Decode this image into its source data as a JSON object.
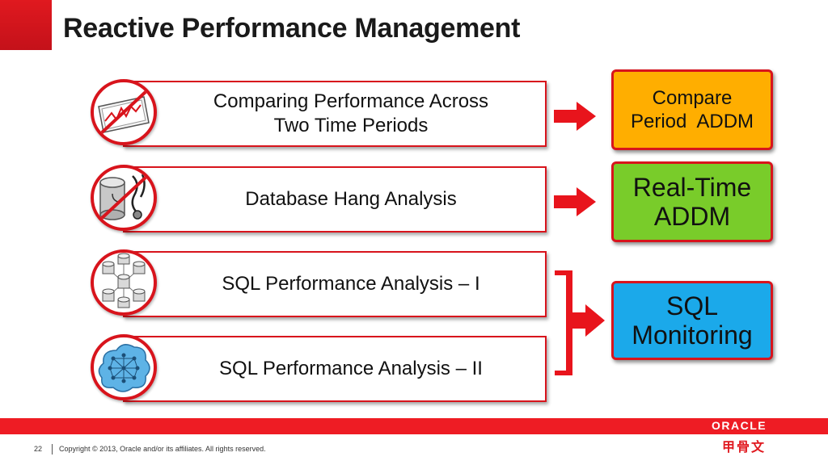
{
  "title": "Reactive Performance Management",
  "rows": [
    {
      "label_lines": [
        "Comparing Performance Across",
        "Two Time Periods"
      ],
      "icon": "performance-chart-icon"
    },
    {
      "label": "Database Hang Analysis",
      "icon": "database-stethoscope-icon"
    },
    {
      "label": "SQL Performance Analysis – I",
      "icon": "database-cluster-icon"
    },
    {
      "label": "SQL Performance Analysis – II",
      "icon": "cloud-network-icon"
    }
  ],
  "results": [
    {
      "lines": [
        "Compare",
        "Period  ADDM"
      ],
      "color": "#ffae00"
    },
    {
      "lines": [
        "Real-Time",
        "ADDM"
      ],
      "color": "#79cc2a"
    },
    {
      "lines": [
        "SQL",
        "Monitoring"
      ],
      "color": "#1ba9ea"
    }
  ],
  "accent_color": "#e0191f",
  "footer": {
    "page_number": "22",
    "copyright": "Copyright © 2013, Oracle and/or its affiliates. All rights reserved.",
    "logo_text": "ORACLE",
    "logo_cn": "甲骨文"
  }
}
